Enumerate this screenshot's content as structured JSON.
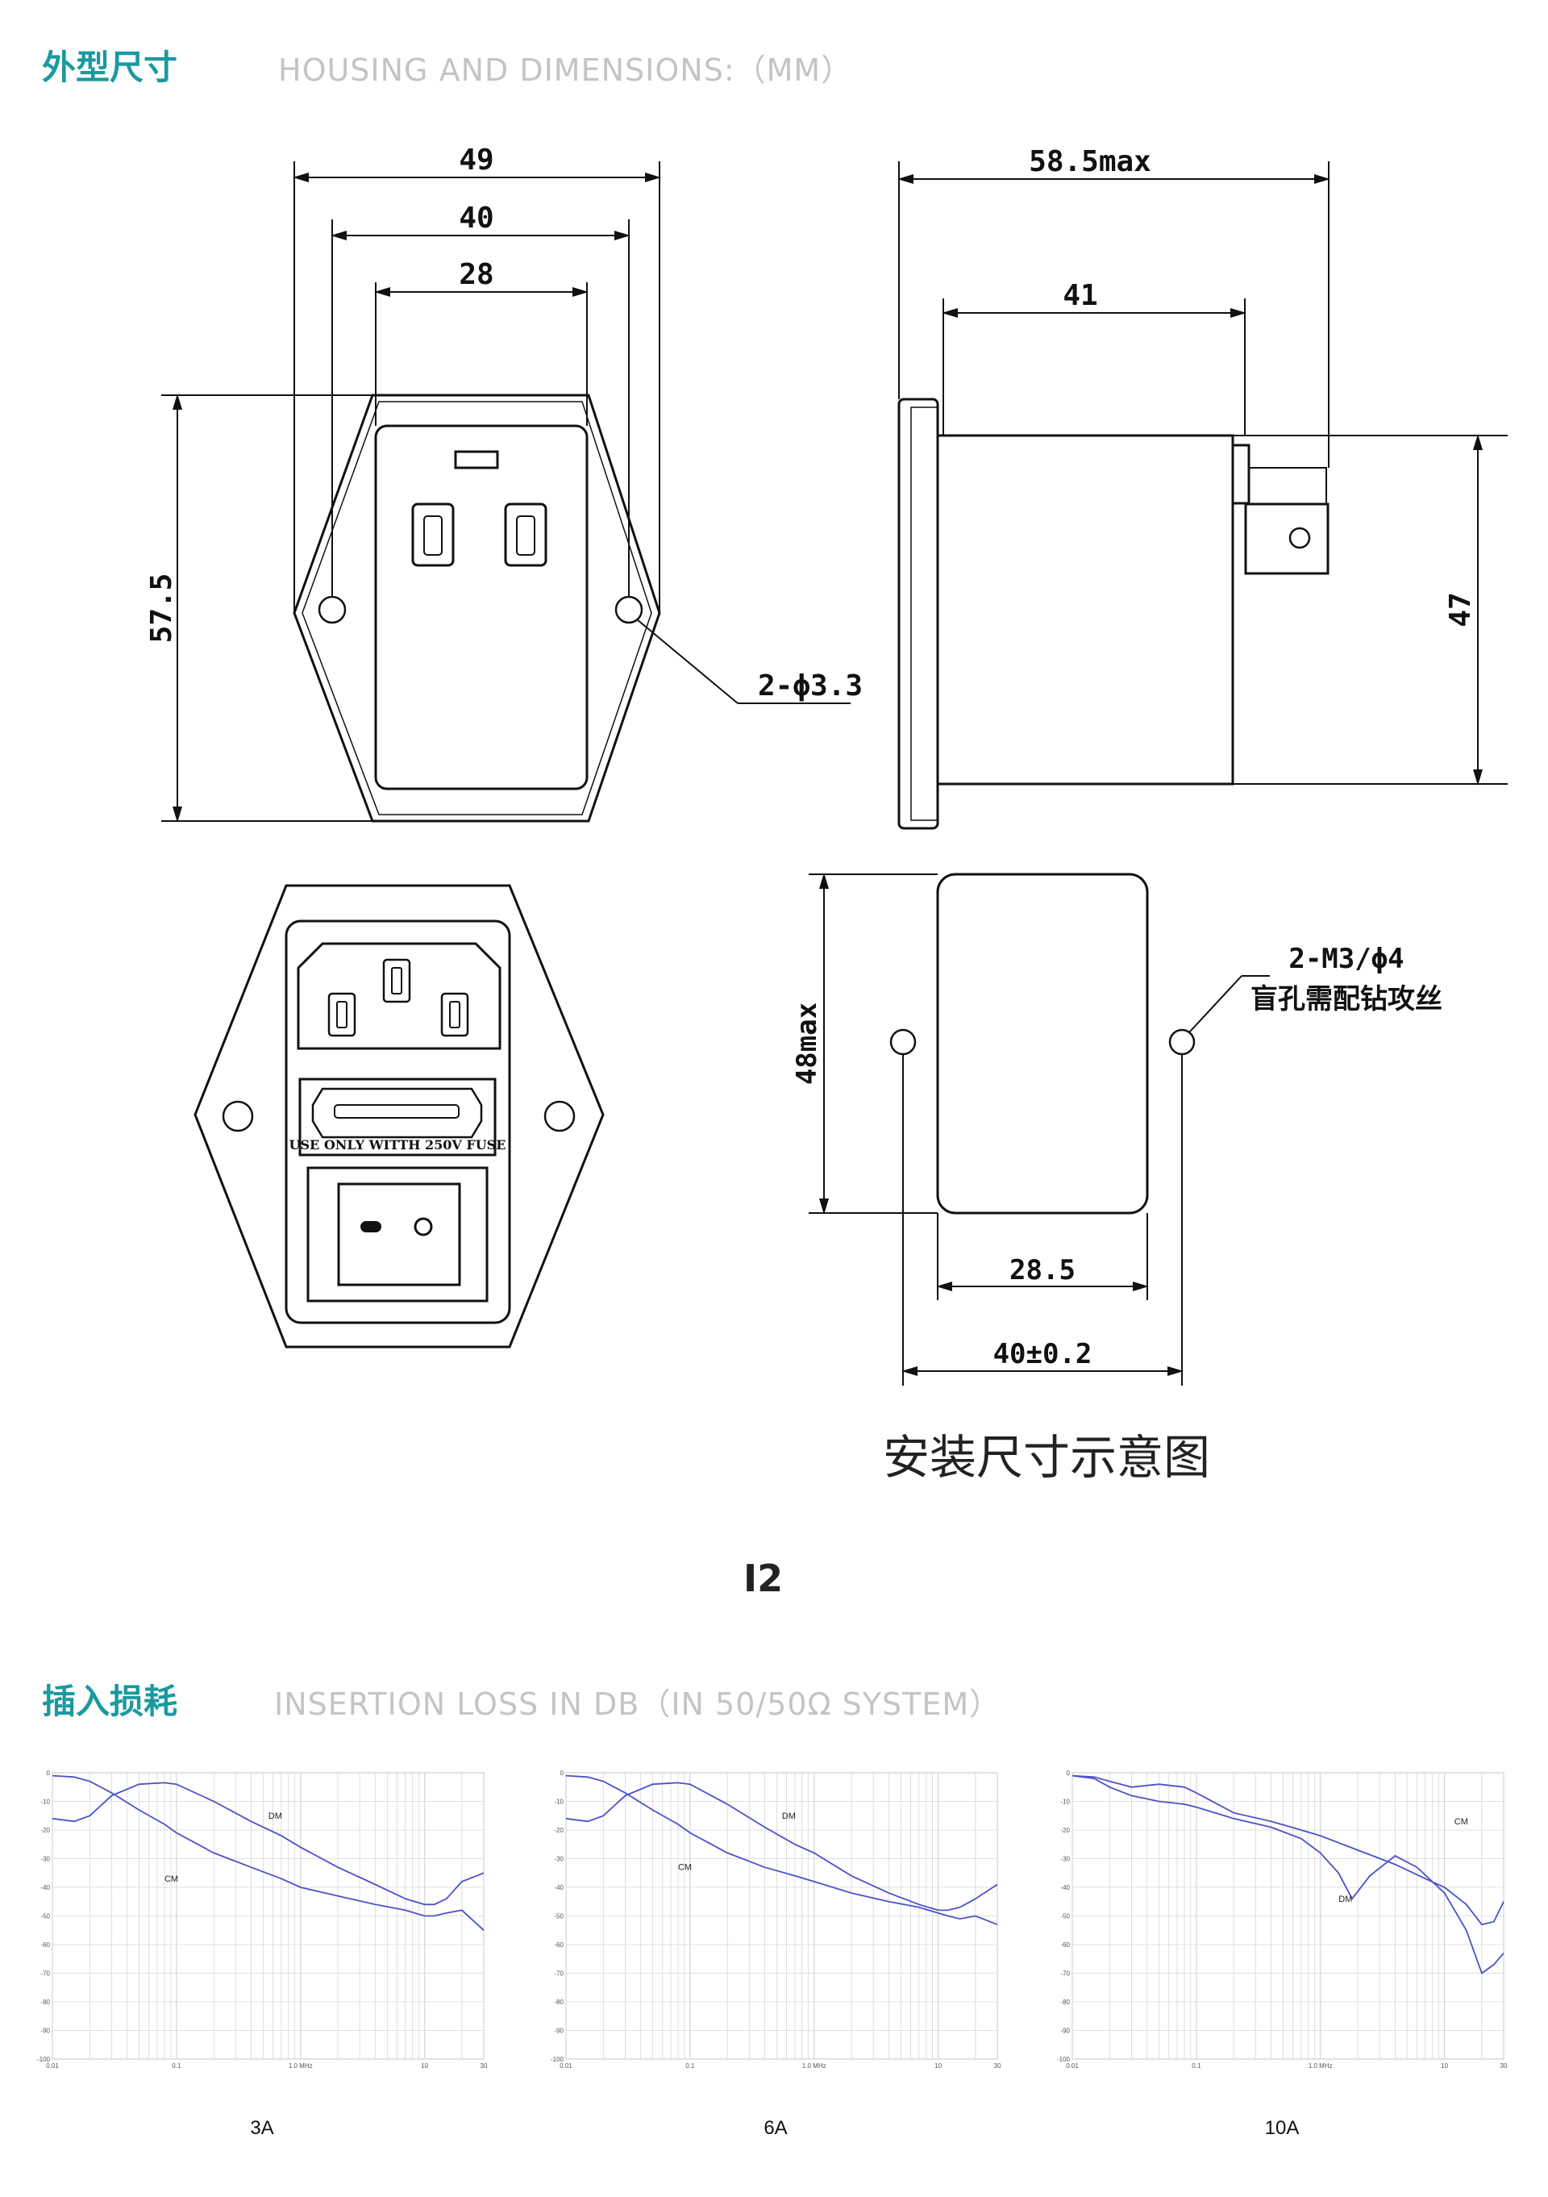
{
  "colors": {
    "accent": "#1a9a9e",
    "muted": "#c4c4c4",
    "line": "#111111",
    "curve": "#4a52c9",
    "grid": "#d6d6d6"
  },
  "housing": {
    "title": "外型尺寸",
    "subtitle": "HOUSING AND DIMENSIONS:（MM）",
    "front": {
      "w_outer": "49",
      "w_holes": "40",
      "w_body": "28",
      "h_total": "57.5",
      "holes": "2-ϕ3.3"
    },
    "side": {
      "depth_max": "58.5max",
      "depth_body": "41",
      "h_body": "47"
    },
    "panel": {
      "fuse_label": "USE ONLY WITTH 250V FUSE",
      "h_max": "48max",
      "hole_note_1": "2-M3/ϕ4",
      "hole_note_2": "盲孔需配钻攻丝",
      "w_inner": "28.5",
      "w_holes": "40±0.2"
    },
    "caption": "安装尺寸示意图"
  },
  "page_number": "I2",
  "insertion": {
    "title": "插入损耗",
    "subtitle": "INSERTION LOSS IN DB（IN 50/50Ω SYSTEM）"
  },
  "chart_data": [
    {
      "type": "line",
      "title": "",
      "caption": "3A",
      "log_x": true,
      "xlim": [
        0.01,
        30
      ],
      "ylim": [
        -100,
        0
      ],
      "x_ticks": [
        "0.01",
        "0.1",
        "1.0 MHz",
        "10",
        "30"
      ],
      "y_ticks": [
        "0",
        "-10",
        "-20",
        "-30",
        "-40",
        "-50",
        "-60",
        "-70",
        "-80",
        "-90",
        "-100"
      ],
      "series": [
        {
          "name": "DM",
          "x": [
            0.01,
            0.015,
            0.02,
            0.03,
            0.05,
            0.08,
            0.1,
            0.2,
            0.4,
            0.7,
            1,
            2,
            4,
            7,
            10,
            12,
            15,
            20,
            30
          ],
          "y": [
            -16,
            -17,
            -15,
            -8,
            -4,
            -3.5,
            -4,
            -10,
            -17,
            -22,
            -26,
            -33,
            -39,
            -44,
            -46,
            -46,
            -44,
            -38,
            -35
          ]
        },
        {
          "name": "CM",
          "x": [
            0.01,
            0.015,
            0.02,
            0.03,
            0.05,
            0.08,
            0.1,
            0.2,
            0.4,
            0.7,
            1,
            2,
            4,
            7,
            10,
            12,
            15,
            20,
            30
          ],
          "y": [
            -1,
            -1.5,
            -3,
            -7,
            -13,
            -18,
            -21,
            -28,
            -33,
            -37,
            -40,
            -43,
            -46,
            -48,
            -50,
            -50,
            -49,
            -48,
            -55
          ]
        }
      ],
      "labels": [
        {
          "text": "DM",
          "x": 0.55,
          "y": -16
        },
        {
          "text": "CM",
          "x": 0.08,
          "y": -38
        }
      ]
    },
    {
      "type": "line",
      "title": "",
      "caption": "6A",
      "log_x": true,
      "xlim": [
        0.01,
        30
      ],
      "ylim": [
        -100,
        0
      ],
      "x_ticks": [
        "0.01",
        "0.1",
        "1.0 MHz",
        "10",
        "30"
      ],
      "y_ticks": [
        "0",
        "-10",
        "-20",
        "-30",
        "-40",
        "-50",
        "-60",
        "-70",
        "-80",
        "-90",
        "-100"
      ],
      "series": [
        {
          "name": "DM",
          "x": [
            0.01,
            0.015,
            0.02,
            0.03,
            0.05,
            0.08,
            0.1,
            0.2,
            0.4,
            0.7,
            1,
            2,
            4,
            7,
            10,
            12,
            15,
            20,
            30
          ],
          "y": [
            -16,
            -17,
            -15,
            -8,
            -4,
            -3.5,
            -4,
            -11,
            -19,
            -25,
            -28,
            -36,
            -42,
            -46,
            -48,
            -48,
            -47,
            -44,
            -39
          ]
        },
        {
          "name": "CM",
          "x": [
            0.01,
            0.015,
            0.02,
            0.03,
            0.05,
            0.08,
            0.1,
            0.2,
            0.4,
            0.7,
            1,
            2,
            4,
            7,
            10,
            12,
            15,
            20,
            30
          ],
          "y": [
            -1,
            -1.5,
            -3,
            -7,
            -13,
            -18,
            -21,
            -28,
            -33,
            -36,
            -38,
            -42,
            -45,
            -47,
            -49,
            -50,
            -51,
            -50,
            -53
          ]
        }
      ],
      "labels": [
        {
          "text": "DM",
          "x": 0.55,
          "y": -16
        },
        {
          "text": "CM",
          "x": 0.08,
          "y": -34
        }
      ]
    },
    {
      "type": "line",
      "title": "",
      "caption": "10A",
      "log_x": true,
      "xlim": [
        0.01,
        30
      ],
      "ylim": [
        -100,
        0
      ],
      "x_ticks": [
        "0.01",
        "0.1",
        "1.0 MHz",
        "10",
        "30"
      ],
      "y_ticks": [
        "0",
        "-10",
        "-20",
        "-30",
        "-40",
        "-50",
        "-60",
        "-70",
        "-80",
        "-90",
        "-100"
      ],
      "series": [
        {
          "name": "DM",
          "x": [
            0.01,
            0.015,
            0.02,
            0.03,
            0.05,
            0.08,
            0.1,
            0.2,
            0.4,
            0.7,
            1,
            1.4,
            1.8,
            2.5,
            4,
            6,
            10,
            15,
            20,
            25,
            30
          ],
          "y": [
            -1,
            -2,
            -5,
            -8,
            -10,
            -11,
            -12,
            -16,
            -19,
            -23,
            -28,
            -35,
            -44,
            -36,
            -29,
            -33,
            -42,
            -55,
            -70,
            -67,
            -63
          ]
        },
        {
          "name": "CM",
          "x": [
            0.01,
            0.015,
            0.02,
            0.03,
            0.05,
            0.08,
            0.1,
            0.2,
            0.4,
            0.7,
            1,
            2,
            4,
            7,
            10,
            15,
            20,
            25,
            30
          ],
          "y": [
            -1,
            -1.5,
            -3,
            -5,
            -4,
            -5,
            -7,
            -14,
            -17,
            -20,
            -22,
            -27,
            -32,
            -37,
            -40,
            -46,
            -53,
            -52,
            -45
          ]
        }
      ],
      "labels": [
        {
          "text": "CM",
          "x": 12,
          "y": -18
        },
        {
          "text": "DM",
          "x": 1.4,
          "y": -45
        }
      ]
    }
  ]
}
